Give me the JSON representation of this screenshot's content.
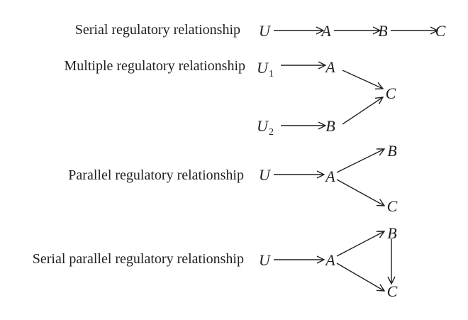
{
  "diagrams": [
    {
      "label": "Serial regulatory relationship",
      "nodes": [
        {
          "id": "U",
          "text": "U",
          "sub": ""
        },
        {
          "id": "A",
          "text": "A",
          "sub": ""
        },
        {
          "id": "B",
          "text": "B",
          "sub": ""
        },
        {
          "id": "C",
          "text": "C",
          "sub": ""
        }
      ],
      "edges": [
        [
          "U",
          "A"
        ],
        [
          "A",
          "B"
        ],
        [
          "B",
          "C"
        ]
      ]
    },
    {
      "label": "Multiple regulatory relationship",
      "nodes": [
        {
          "id": "U1",
          "text": "U",
          "sub": "1"
        },
        {
          "id": "A",
          "text": "A",
          "sub": ""
        },
        {
          "id": "U2",
          "text": "U",
          "sub": "2"
        },
        {
          "id": "B",
          "text": "B",
          "sub": ""
        },
        {
          "id": "C",
          "text": "C",
          "sub": ""
        }
      ],
      "edges": [
        [
          "U1",
          "A"
        ],
        [
          "U2",
          "B"
        ],
        [
          "A",
          "C"
        ],
        [
          "B",
          "C"
        ]
      ]
    },
    {
      "label": "Parallel regulatory relationship",
      "nodes": [
        {
          "id": "U",
          "text": "U",
          "sub": ""
        },
        {
          "id": "A",
          "text": "A",
          "sub": ""
        },
        {
          "id": "B",
          "text": "B",
          "sub": ""
        },
        {
          "id": "C",
          "text": "C",
          "sub": ""
        }
      ],
      "edges": [
        [
          "U",
          "A"
        ],
        [
          "A",
          "B"
        ],
        [
          "A",
          "C"
        ]
      ]
    },
    {
      "label": "Serial parallel regulatory relationship",
      "nodes": [
        {
          "id": "U",
          "text": "U",
          "sub": ""
        },
        {
          "id": "A",
          "text": "A",
          "sub": ""
        },
        {
          "id": "B",
          "text": "B",
          "sub": ""
        },
        {
          "id": "C",
          "text": "C",
          "sub": ""
        }
      ],
      "edges": [
        [
          "U",
          "A"
        ],
        [
          "A",
          "B"
        ],
        [
          "A",
          "C"
        ],
        [
          "B",
          "C"
        ]
      ]
    }
  ]
}
